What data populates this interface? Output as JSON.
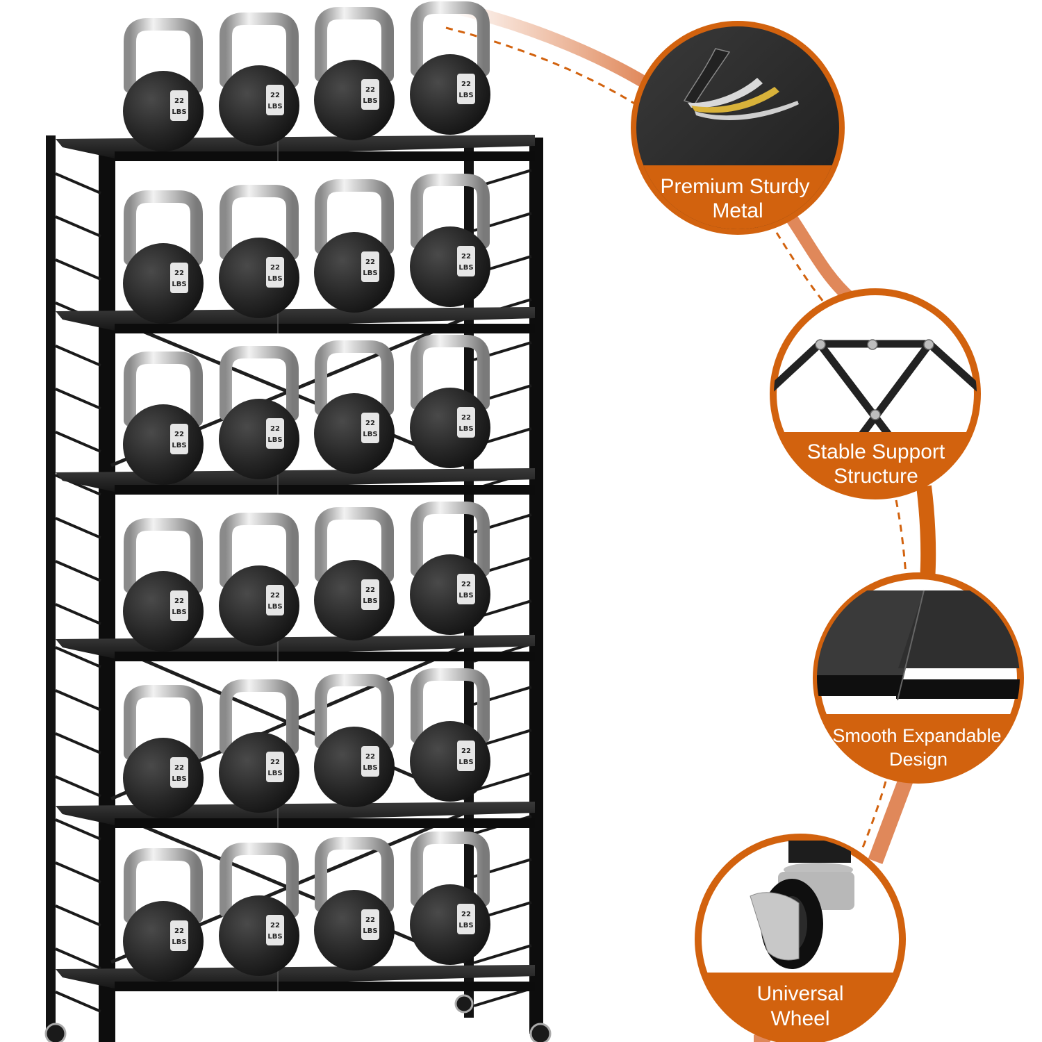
{
  "product": {
    "name": "6-tier metal storage rack with kettlebells",
    "shelf_count": 6,
    "kettlebells_per_shelf": 4,
    "kettlebell_weight": "22",
    "kettlebell_unit": "LBS"
  },
  "colors": {
    "accent": "#D2620E",
    "accent_light": "#E0885A",
    "rack": "#111111",
    "shelf": "#1c1c1c",
    "kettlebell_body": "#2a2a2a",
    "handle": "#c9c9c9",
    "label_plate": "#e6e6e6",
    "background": "#ffffff"
  },
  "features": [
    {
      "id": "metal",
      "line1": "Premium Sturdy",
      "line2": "Metal",
      "icon": "metal-layers-icon"
    },
    {
      "id": "support",
      "line1": "Stable Support",
      "line2": "Structure",
      "icon": "x-brace-icon"
    },
    {
      "id": "expand",
      "line1": "Smooth Expandable",
      "line2": "Design",
      "icon": "expandable-shelf-icon"
    },
    {
      "id": "wheel",
      "line1": "Universal",
      "line2": "Wheel",
      "icon": "caster-wheel-icon"
    }
  ]
}
